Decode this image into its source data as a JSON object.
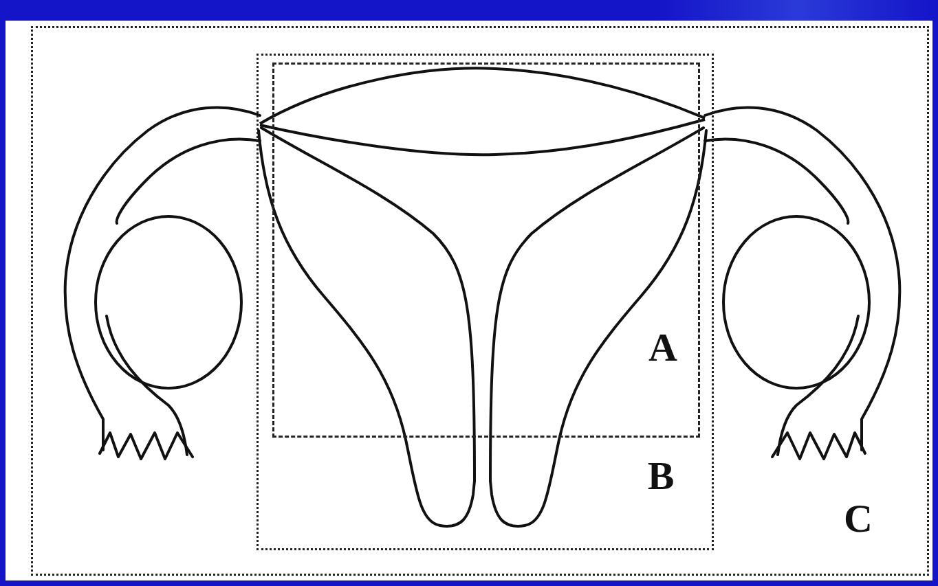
{
  "diagram": {
    "nodes": [
      {
        "text": [
          "C"
        ]
      },
      {
        "text": [
          "B"
        ],
        "in": 0
      },
      {
        "text": [
          "A"
        ],
        "in": 1
      }
    ]
  }
}
